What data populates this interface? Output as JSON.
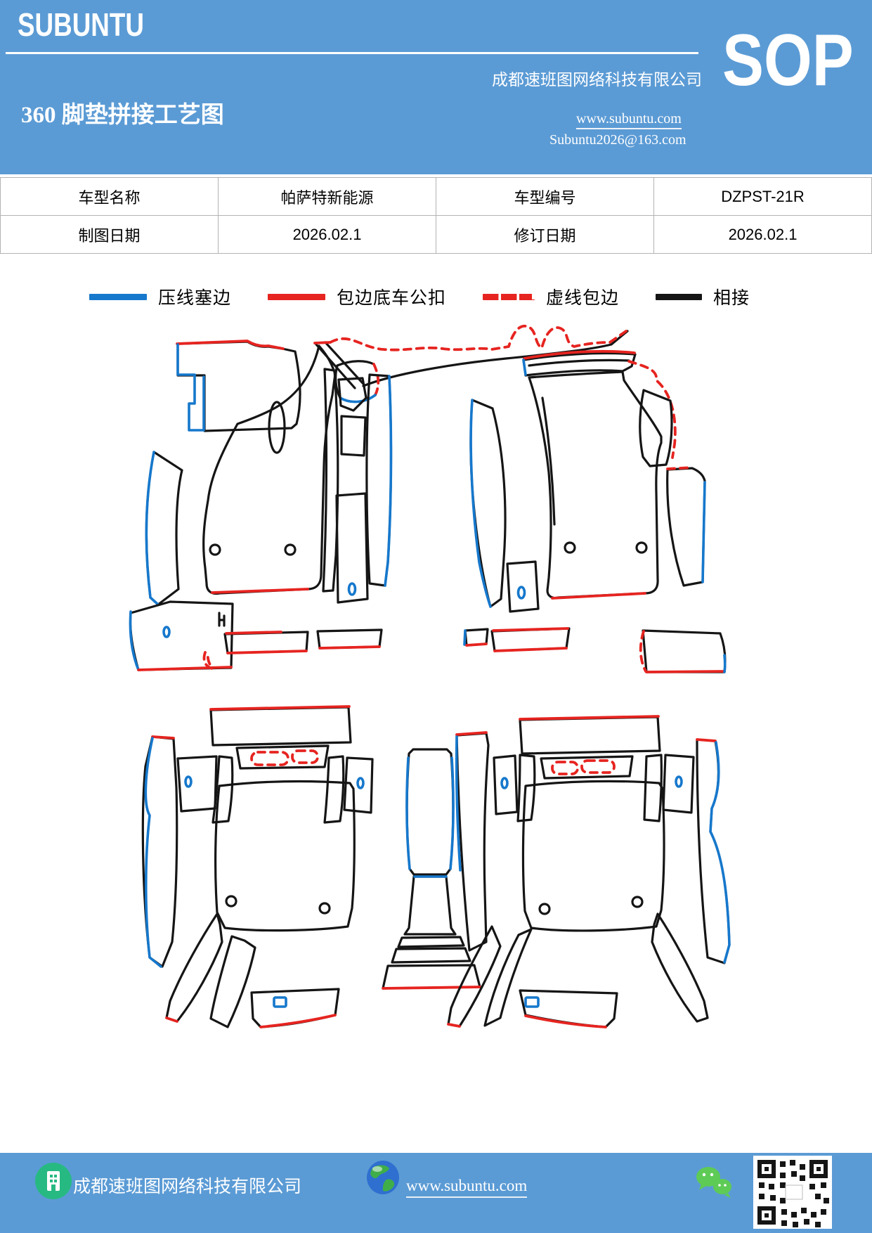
{
  "header": {
    "brand": "SUBUNTU",
    "company": "成都速班图网络科技有限公司",
    "badge": "SOP",
    "title": "360 脚垫拼接工艺图",
    "website": "www.subuntu.com",
    "email": "Subuntu2026@163.com"
  },
  "info_table": {
    "cells": [
      [
        "车型名称",
        "帕萨特新能源",
        "车型编号",
        "DZPST-21R"
      ],
      [
        "制图日期",
        "2026.02.1",
        "修订日期",
        "2026.02.1"
      ]
    ]
  },
  "legend": {
    "items": [
      {
        "label": "压线塞边",
        "style": "solid-blue"
      },
      {
        "label": "包边底车公扣",
        "style": "solid-red"
      },
      {
        "label": "虚线包边",
        "style": "dashed-red"
      },
      {
        "label": "相接",
        "style": "solid-black"
      }
    ]
  },
  "drawing": {
    "colors": {
      "accent": "#5b9bd5",
      "ink": "#151515",
      "line-blue": "#1678cc",
      "line-red": "#e62420",
      "wechat-green": "#5ecb56",
      "icon-green": "#27b982",
      "globe-blue": "#2f6fd0"
    }
  },
  "footer": {
    "company": "成都速班图网络科技有限公司",
    "website": "www.subuntu.com"
  }
}
